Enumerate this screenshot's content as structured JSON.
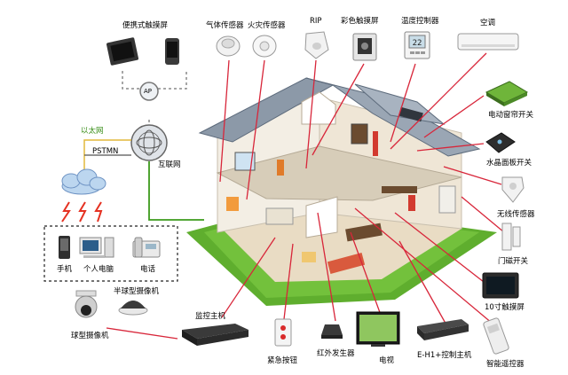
{
  "labels": {
    "portable_touchscreen": "便携式触摸屏",
    "gas_sensor": "气体传感器",
    "fire_sensor": "火灾传感器",
    "rip": "RIP",
    "color_touchscreen": "彩色触摸屏",
    "temp_controller": "温度控制器",
    "air_conditioner": "空调",
    "ap": "AP",
    "ethernet": "以太网",
    "pstmn": "PSTMN",
    "internet": "互联网",
    "curtain_switch": "电动窗帘开关",
    "crystal_panel_switch": "水晶面板开关",
    "wireless_sensor": "无线传感器",
    "door_switch": "门磁开关",
    "touchscreen_10": "10寸触摸屏",
    "phone": "手机",
    "pc": "个人电脑",
    "telephone": "电话",
    "dome_camera_half": "半球型摄像机",
    "ball_camera": "球型摄像机",
    "monitor_host": "监控主机",
    "emergency_button": "紧急按钮",
    "ir_transmitter": "红外发生器",
    "tv": "电视",
    "control_host": "E-H1+控制主机",
    "smart_remote": "智能遥控器"
  },
  "display": {
    "temp_value": "22"
  },
  "colors": {
    "line_red": "#d8263a",
    "line_green": "#3d9b1c",
    "line_blue": "#7aa8c8",
    "roof": "#8c99a8",
    "grass": "#5fae2e"
  }
}
